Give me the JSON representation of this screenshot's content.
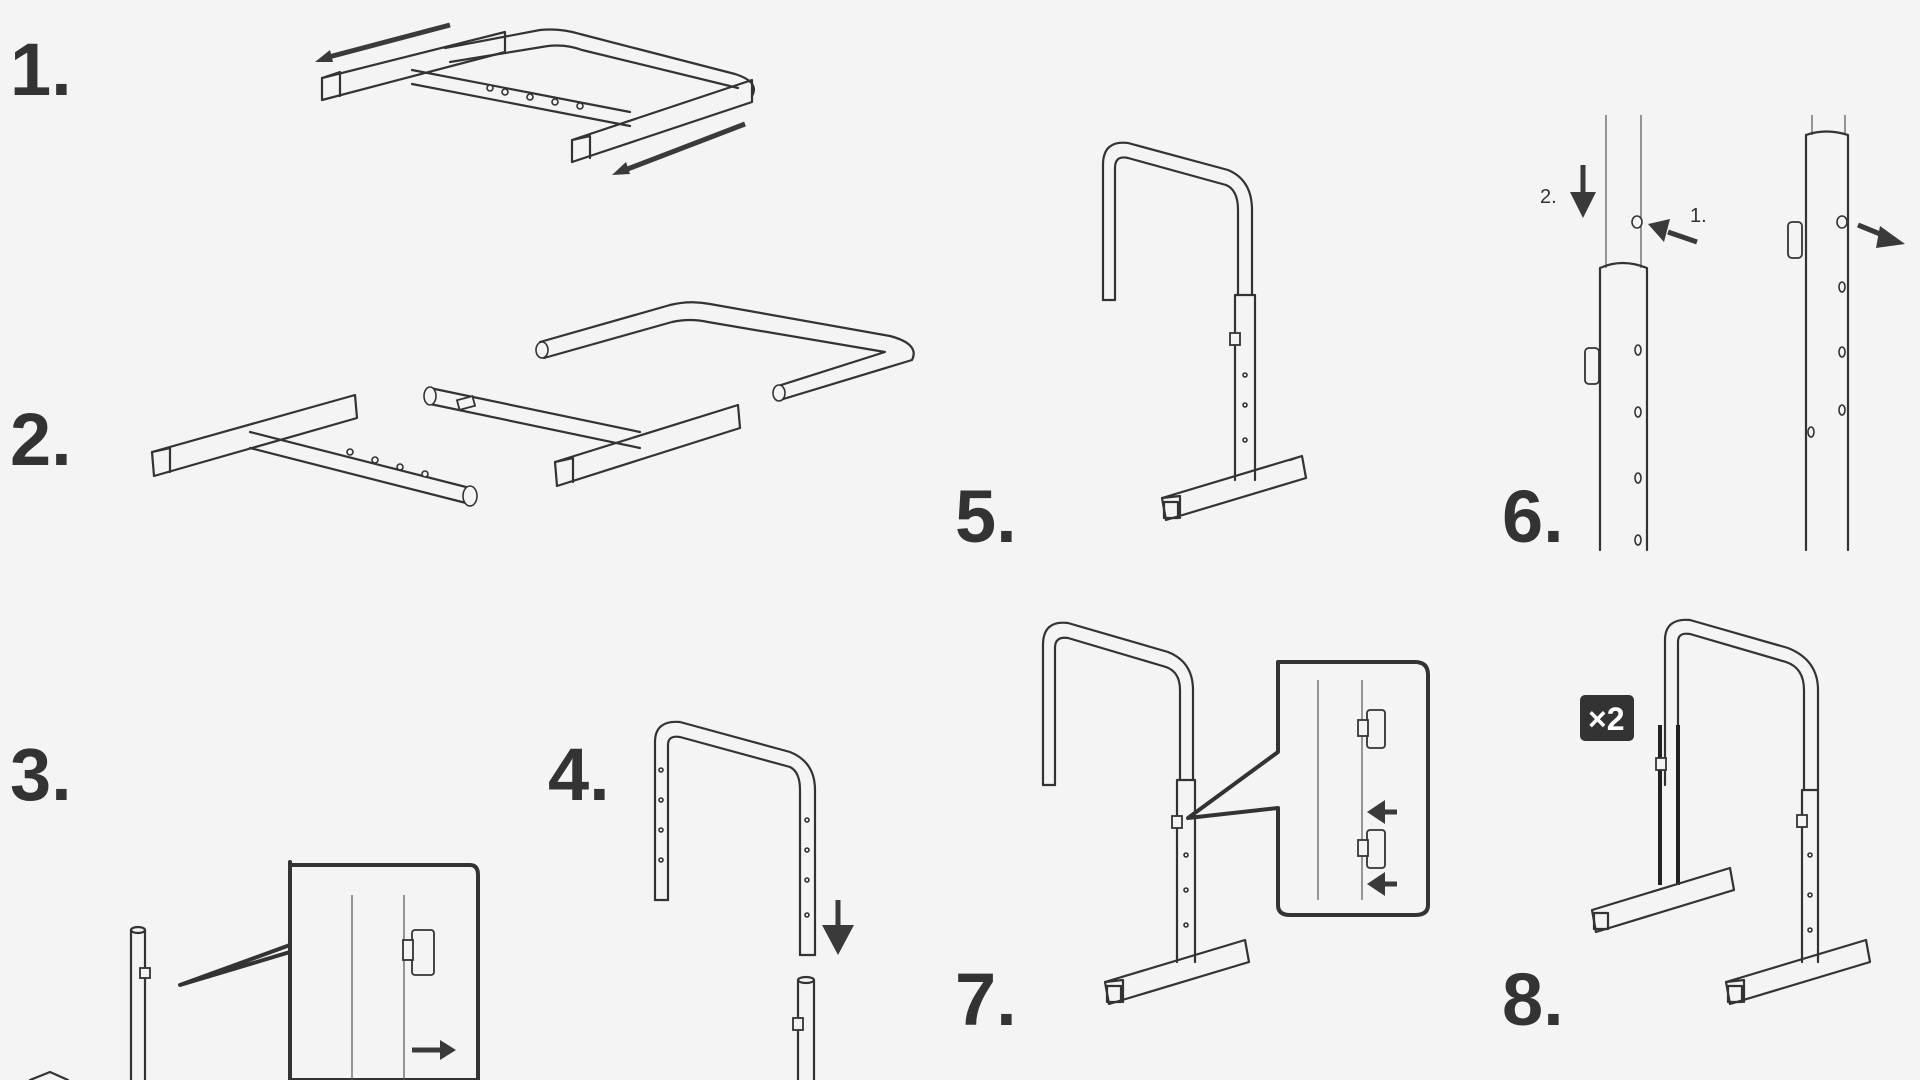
{
  "steps": [
    {
      "label": "1."
    },
    {
      "label": "2."
    },
    {
      "label": "3."
    },
    {
      "label": "4."
    },
    {
      "label": "5."
    },
    {
      "label": "6."
    },
    {
      "label": "7."
    },
    {
      "label": "8."
    }
  ],
  "step6": {
    "label_down": "2.",
    "label_push": "1."
  },
  "step8": {
    "quantity_badge": "×2"
  },
  "icons": [
    "arrow-icon",
    "wing-knob-icon",
    "frame-part-icon",
    "callout-zoom-icon"
  ],
  "colors": {
    "background": "#f4f4f4",
    "ink": "#333333",
    "badge": "#333333"
  }
}
